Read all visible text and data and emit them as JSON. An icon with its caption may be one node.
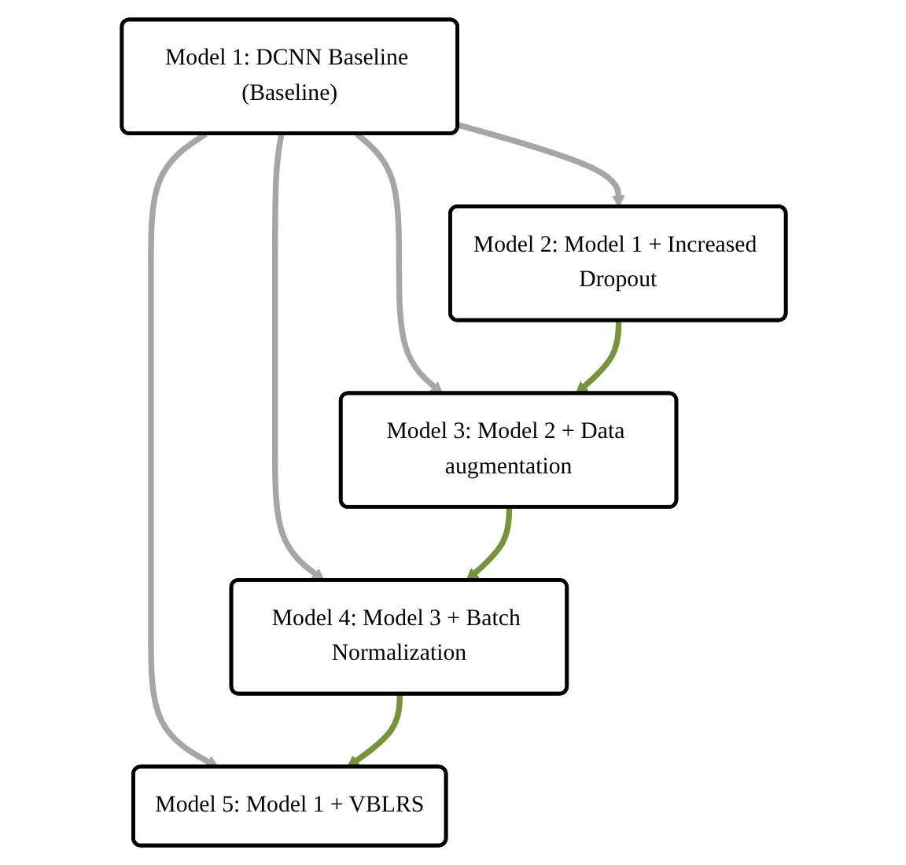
{
  "diagram": {
    "nodes": [
      {
        "text": [
          "Model 1: DCNN Baseline (Baseline)"
        ]
      },
      {
        "text": [
          "Model 2: Model 1 + Increased Dropout"
        ]
      },
      {
        "text": [
          "Model 3: Model 2 + Data augmentation"
        ]
      },
      {
        "text": [
          "Model 4: Model 3 + Batch Normalization"
        ]
      },
      {
        "text": [
          "Model 5: Model 1 + VBLRS"
        ]
      }
    ],
    "edges": [
      {
        "from": 0,
        "to": 1,
        "arrow": "to"
      },
      {
        "from": 0,
        "to": 2,
        "arrow": "to"
      },
      {
        "from": 0,
        "to": 3,
        "arrow": "to"
      },
      {
        "from": 0,
        "to": 4,
        "arrow": "to"
      },
      {
        "from": 1,
        "to": 2,
        "arrow": "to",
        "color": "#77933c"
      },
      {
        "from": 2,
        "to": 3,
        "arrow": "to",
        "color": "#77933c"
      },
      {
        "from": 3,
        "to": 4,
        "arrow": "to",
        "color": "#77933c"
      }
    ]
  }
}
